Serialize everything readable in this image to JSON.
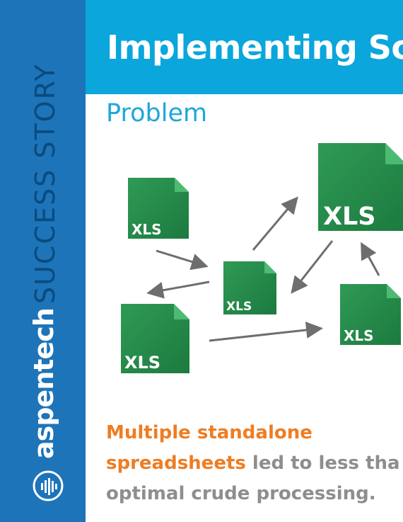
{
  "sidebar": {
    "vertical_title": "SUCCESS STORY",
    "brand_name": "aspentech",
    "logo_icon": "aspentech-logo-icon",
    "background_color": "#1d74b9",
    "title_color": "#0a4b7d"
  },
  "header": {
    "title": "Implementing Sche",
    "background_color": "#0aa6dc"
  },
  "section": {
    "heading": "Problem",
    "heading_color": "#1ea7d9"
  },
  "diagram": {
    "file_label": "XLS",
    "file_icon": "spreadsheet-file-icon",
    "file_color": "#218447",
    "arrow_color": "#6e6e6e",
    "files": [
      {
        "label": "XLS"
      },
      {
        "label": "XLS"
      },
      {
        "label": "XLS"
      },
      {
        "label": "XLS"
      },
      {
        "label": "XLS"
      }
    ]
  },
  "statement": {
    "highlight_line1": "Multiple standalone",
    "highlight_line2": "spreadsheets",
    "rest_line2": " led to less tha",
    "line3": "optimal crude processing.",
    "highlight_color": "#ee7d23",
    "text_color": "#8e8e8e"
  }
}
